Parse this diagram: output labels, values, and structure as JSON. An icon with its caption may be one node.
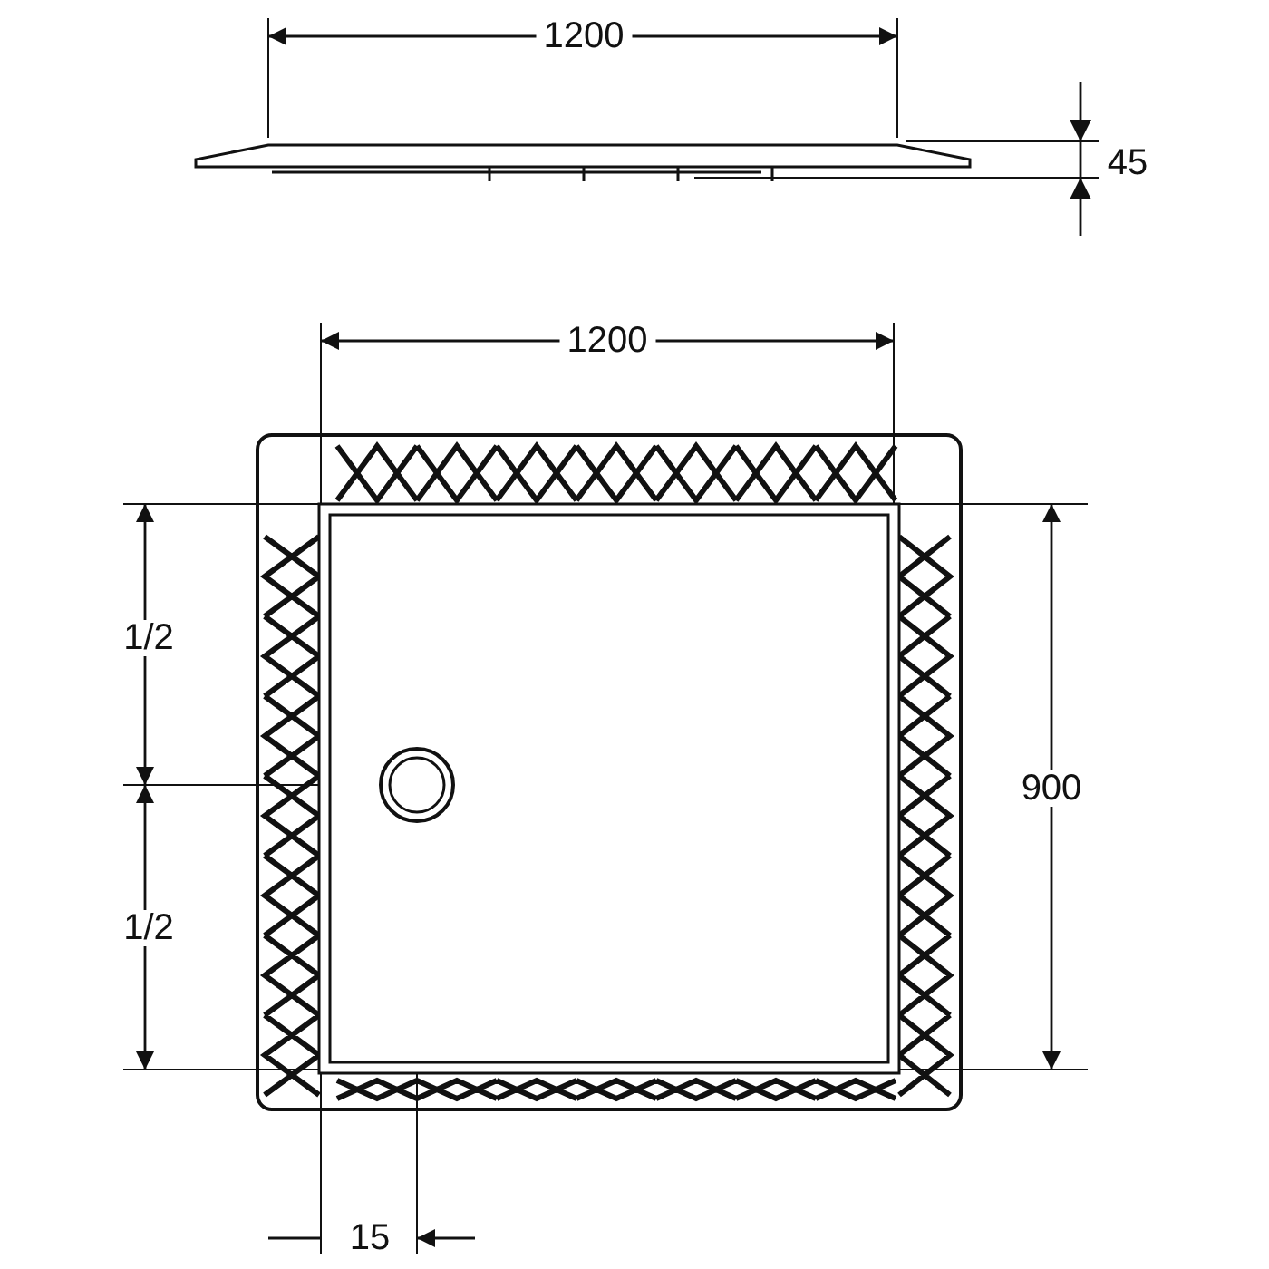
{
  "diagram": {
    "labels": [
      "1200",
      "45",
      "1200",
      "1/2",
      "900",
      "1/2",
      "15"
    ]
  }
}
